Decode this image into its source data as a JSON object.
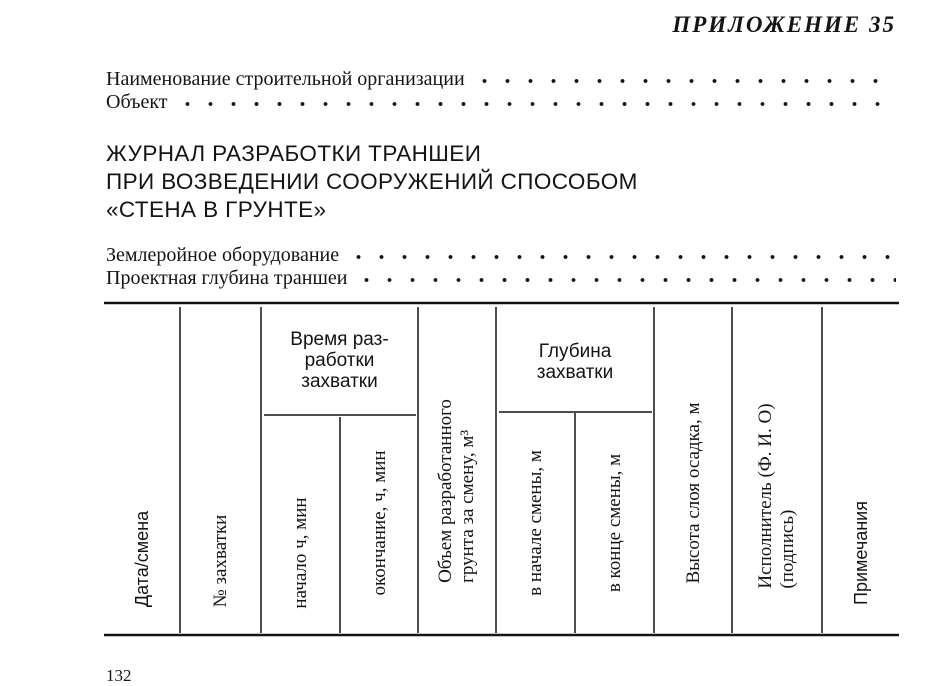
{
  "header": {
    "appendix": "ПРИЛОЖЕНИЕ 35"
  },
  "fields_top": [
    {
      "label": "Наименование строительной организации"
    },
    {
      "label": "Объект"
    }
  ],
  "title_lines": [
    "ЖУРНАЛ РАЗРАБОТКИ ТРАНШЕИ",
    "ПРИ ВОЗВЕДЕНИИ СООРУЖЕНИЙ СПОСОБОМ",
    "«СТЕНА В ГРУНТЕ»"
  ],
  "fields_bottom": [
    {
      "label": "Землеройное оборудование"
    },
    {
      "label": "Проектная глубина траншеи"
    }
  ],
  "table": {
    "group_headers": {
      "time": [
        "Время раз-",
        "работки",
        "захватки"
      ],
      "depth": [
        "Глубина",
        "захватки"
      ]
    },
    "col_date": "Дата/смена",
    "col_number": "№ захватки",
    "col_start": "начало ч, мин",
    "col_end": "окончание, ч, мин",
    "col_volume": [
      "Объем разработанного",
      "грунта за смену, м³"
    ],
    "col_depth_start": "в начале смены, м",
    "col_depth_end": "в конце смены, м",
    "col_sediment": "Высота слоя осадка, м",
    "col_executor": [
      "Исполнитель (Ф. И. О)",
      "(подпись)"
    ],
    "col_notes": "Примечания"
  },
  "footer": {
    "page_number": "132"
  }
}
